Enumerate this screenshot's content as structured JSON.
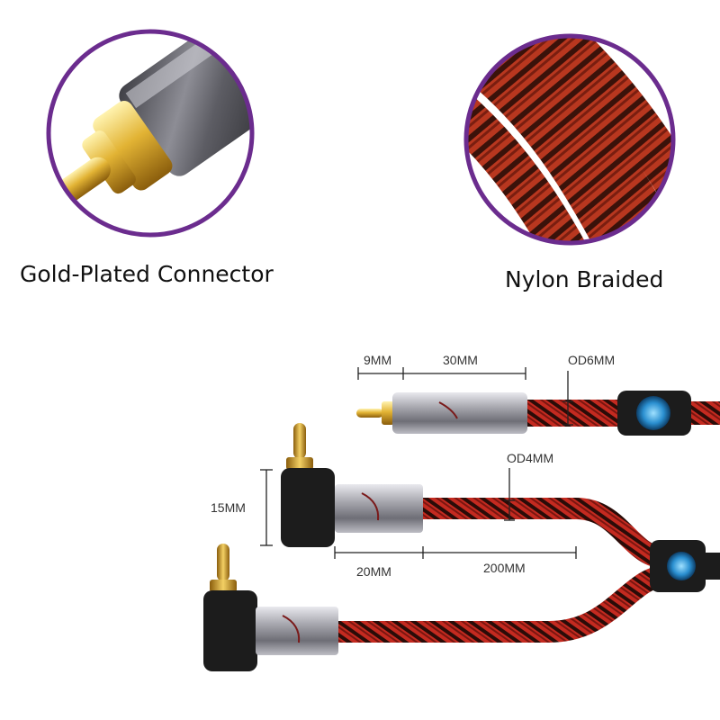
{
  "features": [
    {
      "caption": "Gold-Plated Connector"
    },
    {
      "caption": "Nylon Braided"
    }
  ],
  "dimensions": {
    "tip_length": "9MM",
    "body_length": "30MM",
    "outer_diameter_main": "OD6MM",
    "outer_diameter_split": "OD4MM",
    "plug_height": "15MM",
    "plug_body_length": "20MM",
    "split_length": "200MM"
  },
  "colors": {
    "circle_border": "#6b2c8e",
    "braid_red": "#c42a20",
    "braid_dark": "#2a0c08",
    "gold": "#d9a521",
    "metal": "#9a9aa0",
    "plug_black": "#1c1c1c",
    "badge_blue": "#3aa7dd"
  }
}
